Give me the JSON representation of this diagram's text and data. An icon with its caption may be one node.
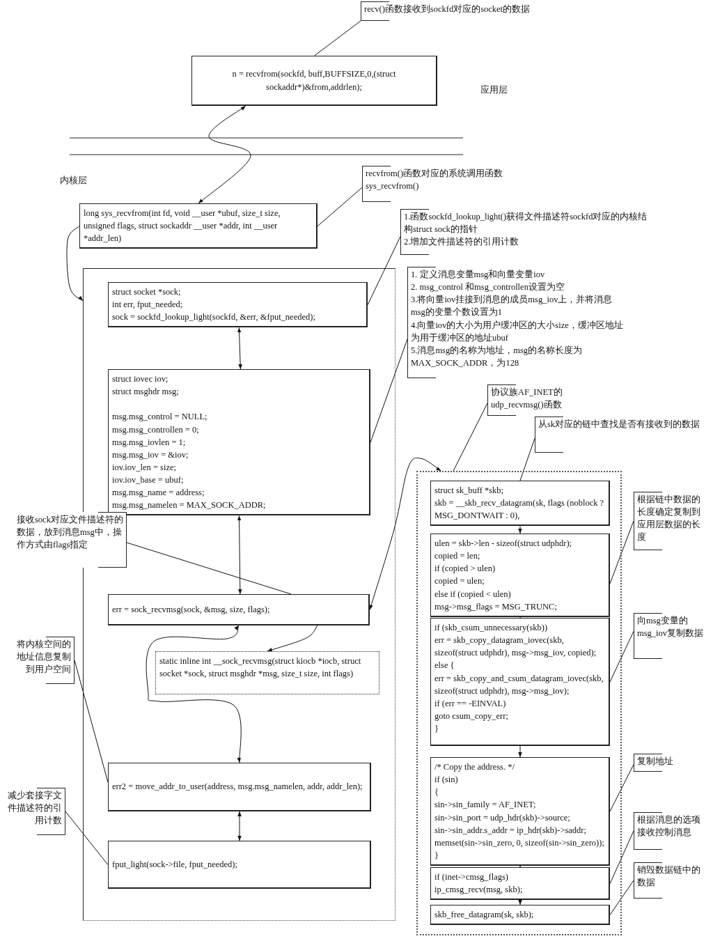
{
  "diagram": {
    "nodes": [
      {
        "text": [
          "recv()函数接收到sockfd对应的socket的数据"
        ]
      },
      {
        "text": [
          "n = recvfrom(sockfd, buff,BUFFSIZE,0,(struct sockaddr*)&from,addrlen);"
        ]
      },
      {
        "text": [
          "recvfrom()函数对应的系统调用函数 sys_recvfrom()"
        ]
      },
      {
        "text": [
          "long sys_recvfrom(int fd, void __user *ubuf, size_t size, unsigned flags, struct sockaddr __user *addr, int __user *addr_len)"
        ]
      },
      {
        "text": [
          "1.函数sockfd_lookup_light()获得文件描述符sockfd对应的内核结构struct sock的指针",
          "2.增加文件描述符的引用计数"
        ]
      },
      {
        "text": [],
        "shape": "box"
      },
      {
        "text": [
          "struct socket *sock;",
          "int err, fput_needed;",
          "sock = sockfd_lookup_light(sockfd, &err, &fput_needed);"
        ],
        "in": 5
      },
      {
        "text": [
          "struct iovec iov;",
          "struct msghdr msg;",
          "msg.msg_control = NULL;",
          "msg.msg_controllen = 0;",
          "msg.msg_iovlen = 1;",
          "msg.msg_iov = &iov;",
          "iov.iov_len = size;",
          "iov.iov_base = ubuf;",
          "msg.msg_name = address;",
          "msg.msg_namelen = MAX_SOCK_ADDR;"
        ],
        "in": 5
      },
      {
        "text": [
          "1. 定义消息变量msg和向量变量iov",
          "2. msg_control 和msg_controllen设置为空",
          "3.将向量iov挂接到消息的成员msg_iov上，并将消息msg的变量个数设置为1",
          "4.向量iov的大小为用户缓冲区的大小size，缓冲区地址为用于缓冲区的地址ubuf",
          "5.消息msg的名称为地址，msg的名称长度为MAX_SOCK_ADDR，为128"
        ]
      },
      {
        "text": [
          "接收sock对应文件描述符的数据，放到消息msg中，操作方式由flags指定"
        ]
      },
      {
        "text": [
          "err = sock_recvmsg(sock, &msg, size, flags);"
        ],
        "in": 5
      },
      {
        "text": [
          "static inline int __sock_recvmsg(struct kiocb *iocb, struct socket *sock, struct msghdr *msg, size_t size, int flags)"
        ],
        "in": 5
      },
      {
        "text": [
          "将内核空间的地址信息复制到用户空间"
        ]
      },
      {
        "text": [
          "err2 = move_addr_to_user(address, msg.msg_namelen, addr, addr_len);"
        ],
        "in": 5
      },
      {
        "text": [
          "减少套接字文件描述符的引用计数"
        ]
      },
      {
        "text": [
          "fput_light(sock->file, fput_needed);"
        ],
        "in": 5
      },
      {
        "text": [
          "协议族AF_INET的udp_recvmsg()函数"
        ]
      },
      {
        "text": [
          "从sk对应的链中查找是否有接收到的数据"
        ]
      },
      {
        "text": [],
        "shape": "box"
      },
      {
        "text": [
          "struct sk_buff *skb;",
          "skb = __skb_recv_datagram(sk, flags (noblock ? MSG_DONTWAIT : 0),"
        ],
        "in": 18
      },
      {
        "text": [
          "ulen = skb->len - sizeof(struct udphdr);",
          "copied = len;",
          "if (copied > ulen)",
          "copied = ulen;",
          "else if (copied < ulen)",
          "msg->msg_flags = MSG_TRUNC;"
        ],
        "in": 18
      },
      {
        "text": [
          "if (skb_csum_unnecessary(skb))",
          "err = skb_copy_datagram_iovec(skb, sizeof(struct udphdr), msg->msg_iov, copied);",
          "else {",
          "err = skb_copy_and_csum_datagram_iovec(skb, sizeof(struct udphdr), msg->msg_iov);",
          "if (err == -EINVAL)",
          "goto csum_copy_err;",
          "}"
        ],
        "in": 18
      },
      {
        "text": [
          "/* Copy the address. */",
          "if (sin)",
          "{",
          "sin->sin_family = AF_INET;",
          "sin->sin_port = udp_hdr(skb)->source;",
          "sin->sin_addr.s_addr = ip_hdr(skb)->saddr;",
          "memset(sin->sin_zero, 0, sizeof(sin->sin_zero));",
          "}"
        ],
        "in": 18
      },
      {
        "text": [
          "if (inet->cmsg_flags)",
          "ip_cmsg_recv(msg, skb);"
        ],
        "in": 18
      },
      {
        "text": [
          "skb_free_datagram(sk, skb);"
        ],
        "in": 18
      },
      {
        "text": [
          "根据链中数据的长度确定复制到应用层数据的长度"
        ]
      },
      {
        "text": [
          "向msg变量的msg_iov复制数据"
        ]
      },
      {
        "text": [
          "复制地址"
        ]
      },
      {
        "text": [
          "根据消息的选项接收控制消息"
        ]
      },
      {
        "text": [
          "销毁数据链中的数据"
        ]
      }
    ],
    "edges": [
      {
        "from": 0,
        "to": 1,
        "arrow": "none"
      },
      {
        "from": 2,
        "to": 3,
        "arrow": "none"
      },
      {
        "from": 4,
        "to": 6,
        "arrow": "none"
      },
      {
        "from": 8,
        "to": 7,
        "arrow": "none"
      },
      {
        "from": 9,
        "to": 10,
        "arrow": "none"
      },
      {
        "from": 12,
        "to": 13,
        "arrow": "none"
      },
      {
        "from": 14,
        "to": 15,
        "arrow": "none"
      },
      {
        "from": 16,
        "to": 18,
        "arrow": "none"
      },
      {
        "from": 17,
        "to": 19,
        "arrow": "none"
      },
      {
        "from": 25,
        "to": 20,
        "arrow": "none"
      },
      {
        "from": 26,
        "to": 21,
        "arrow": "none"
      },
      {
        "from": 27,
        "to": 22,
        "arrow": "none"
      },
      {
        "from": 28,
        "to": 23,
        "arrow": "none"
      },
      {
        "from": 29,
        "to": 24,
        "arrow": "none"
      },
      {
        "from": 1,
        "to": 3,
        "arrow": "both"
      },
      {
        "from": 3,
        "to": 5,
        "arrow": "to"
      },
      {
        "from": 6,
        "to": 7,
        "arrow": "both"
      },
      {
        "from": 7,
        "to": 10,
        "arrow": "both"
      },
      {
        "from": 10,
        "to": 11,
        "arrow": "to"
      },
      {
        "from": 10,
        "to": 13,
        "arrow": "both"
      },
      {
        "from": 13,
        "to": 15,
        "arrow": "both"
      },
      {
        "from": 10,
        "to": 18,
        "arrow": "both"
      },
      {
        "from": 19,
        "to": 20,
        "arrow": "to"
      },
      {
        "from": 20,
        "to": 21,
        "arrow": "to"
      },
      {
        "from": 21,
        "to": 22,
        "arrow": "to"
      },
      {
        "from": 22,
        "to": 23,
        "arrow": "to"
      },
      {
        "from": 23,
        "to": 24,
        "arrow": "to"
      }
    ],
    "labels": [
      "应用层",
      "内核层"
    ]
  }
}
